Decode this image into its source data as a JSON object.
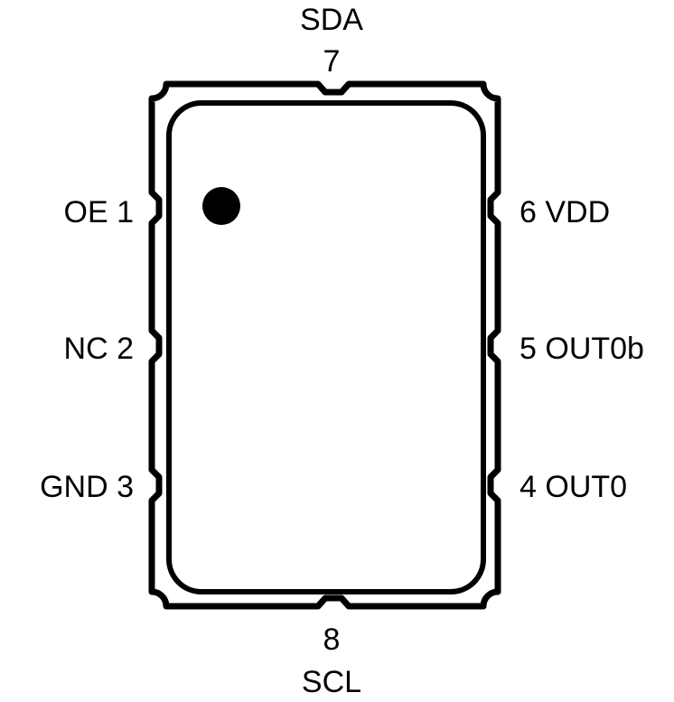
{
  "top": {
    "name": "SDA",
    "number": "7"
  },
  "bottom": {
    "name": "SCL",
    "number": "8"
  },
  "left_pins": [
    {
      "name": "OE",
      "number": "1"
    },
    {
      "name": "NC",
      "number": "2"
    },
    {
      "name": "GND",
      "number": "3"
    }
  ],
  "right_pins": [
    {
      "number": "6",
      "name": "VDD"
    },
    {
      "number": "5",
      "name": "OUT0b"
    },
    {
      "number": "4",
      "name": "OUT0"
    }
  ],
  "colors": {
    "stroke": "#000000",
    "background": "#ffffff"
  }
}
